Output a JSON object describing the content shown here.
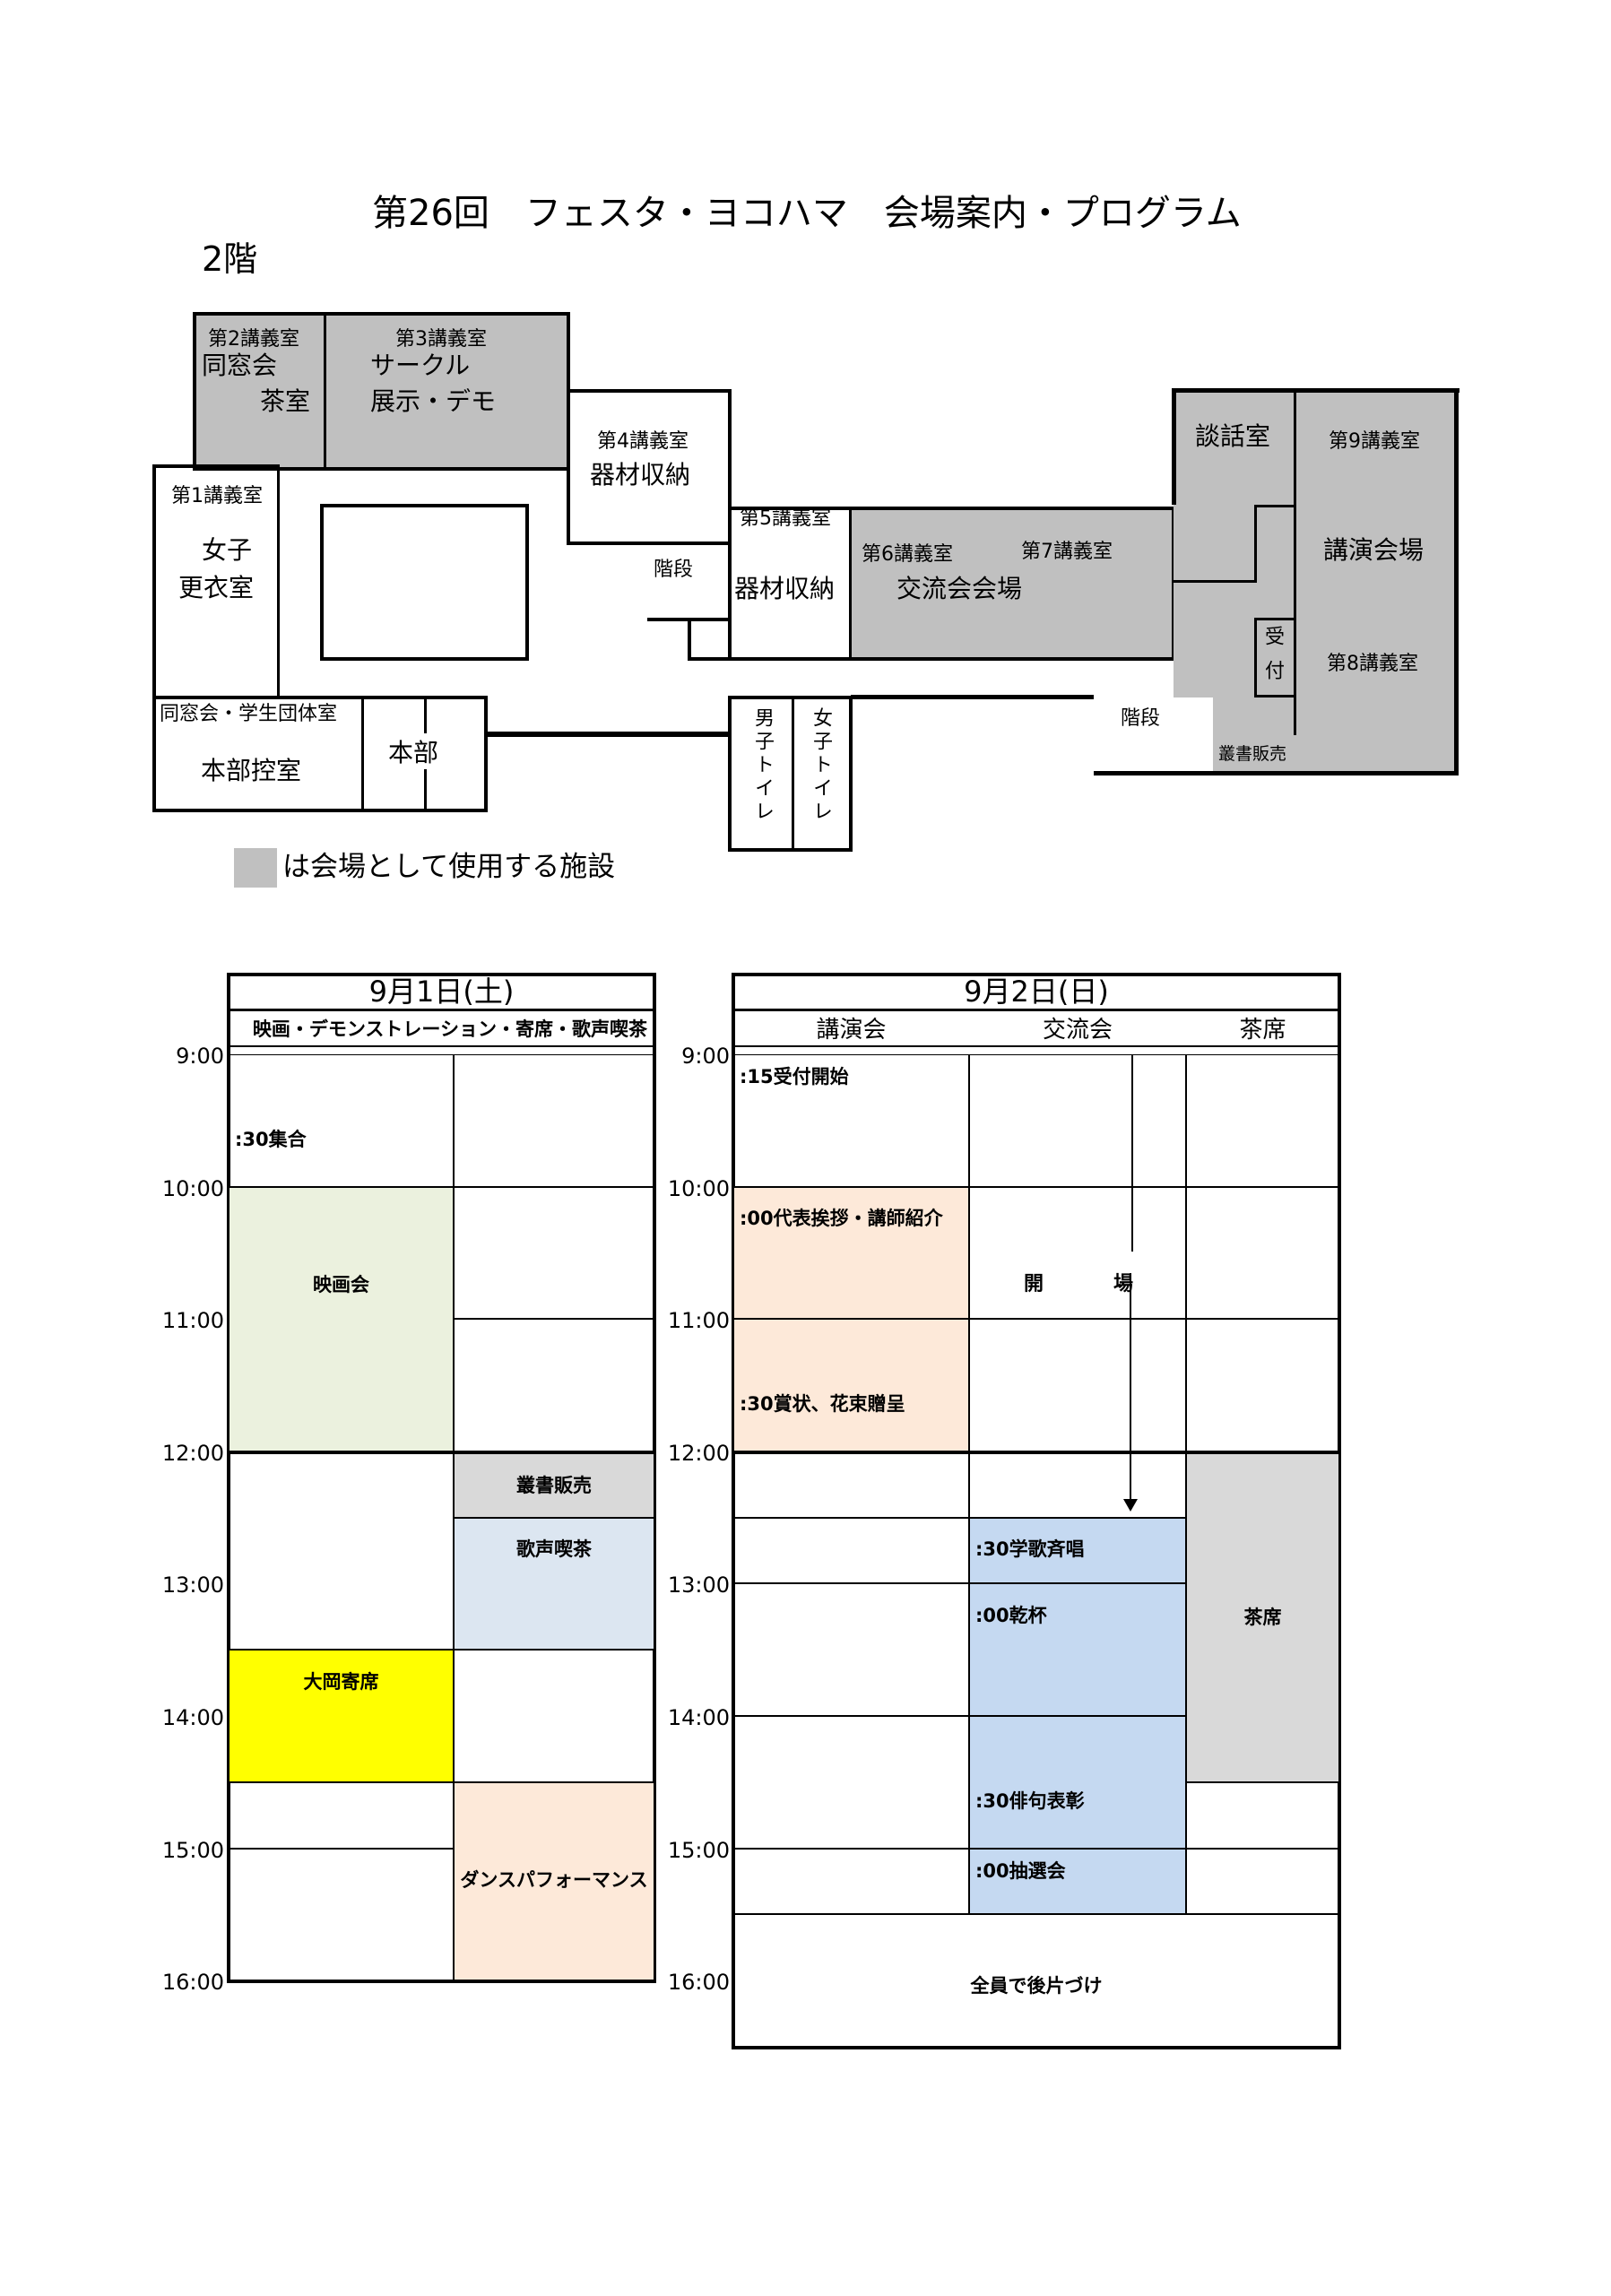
{
  "title": "第26回　フェスタ・ヨコハマ　会場案内・プログラム",
  "floor": "2階",
  "rooms": {
    "r2": "第2講義室",
    "r2_use": "同窓会",
    "r2_use2": "茶室",
    "r3": "第3講義室",
    "r3_use": "サークル",
    "r3_use2": "展示・デモ",
    "r4": "第4講義室",
    "r4_use": "器材収納",
    "r1": "第1講義室",
    "r1_use": "女子",
    "r1_use2": "更衣室",
    "stairs": "階段",
    "r5": "第5講義室",
    "r5_use": "器材収納",
    "r6": "第6講義室",
    "r7": "第7講義室",
    "r67_use": "交流会会場",
    "lounge": "談話室",
    "r9": "第9講義室",
    "r9_use": "講演会場",
    "reception": "受付",
    "r8": "第8講義室",
    "stairs2": "階段",
    "books": "叢書販売",
    "hq_room": "同窓会・学生団体室",
    "hq_use": "本部控室",
    "hq": "本部",
    "men_wc": "男子トイレ",
    "women_wc": "女子トイレ"
  },
  "legend": "は会場として使用する施設",
  "colors": {
    "venue_gray": "#c0c0c0",
    "green": "#ebf1de",
    "yellow": "#ffff00",
    "peach": "#fde9d9",
    "lightblue": "#dce6f1",
    "blue": "#c5d9f1",
    "gray": "#d9d9d9"
  },
  "times": [
    "9:00",
    "10:00",
    "11:00",
    "12:00",
    "13:00",
    "14:00",
    "15:00",
    "16:00"
  ],
  "day1": {
    "date": "9月1日(土)",
    "subtitle": "映画・デモンストレーション・寄席・歌声喫茶",
    "cells": [
      {
        "col": 0,
        "start": 9,
        "end": 10,
        "text": ":30集合",
        "align": "left",
        "textAt": 9.5
      },
      {
        "col": 0,
        "start": 10,
        "end": 12,
        "text": "映画会",
        "color": "green",
        "textAt": 10.6
      },
      {
        "col": 0,
        "start": 12,
        "end": 13.5,
        "text": ""
      },
      {
        "col": 0,
        "start": 13.5,
        "end": 14.5,
        "text": "大岡寄席",
        "color": "yellow",
        "textAt": 13.6
      },
      {
        "col": 0,
        "start": 14.5,
        "end": 15,
        "text": ""
      },
      {
        "col": 0,
        "start": 15,
        "end": 16,
        "text": ""
      },
      {
        "col": 1,
        "start": 9,
        "end": 10,
        "text": ""
      },
      {
        "col": 1,
        "start": 10,
        "end": 11,
        "text": ""
      },
      {
        "col": 1,
        "start": 11,
        "end": 12,
        "text": ""
      },
      {
        "col": 1,
        "start": 12,
        "end": 12.5,
        "text": "叢書販売",
        "color": "gray",
        "textAt": 12.1
      },
      {
        "col": 1,
        "start": 12.5,
        "end": 13.5,
        "text": "歌声喫茶",
        "color": "lightblue",
        "textAt": 12.6
      },
      {
        "col": 1,
        "start": 13.5,
        "end": 14.5,
        "text": ""
      },
      {
        "col": 1,
        "start": 14.5,
        "end": 16,
        "text": "ダンスパフォーマンス",
        "color": "peach",
        "textAt": 15.1
      }
    ]
  },
  "day2": {
    "date": "9月2日(日)",
    "columns": [
      "講演会",
      "交流会",
      "茶席"
    ],
    "cells": [
      {
        "col": 0,
        "start": 9,
        "end": 10,
        "text": ":15受付開始",
        "align": "left",
        "textAt": 9.03
      },
      {
        "col": 0,
        "start": 10,
        "end": 11,
        "text": ":00代表挨拶・講師紹介",
        "color": "peach",
        "align": "left",
        "textAt": 10.1
      },
      {
        "col": 0,
        "start": 11,
        "end": 12,
        "text": ":30賞状、花束贈呈",
        "color": "peach",
        "align": "left",
        "textAt": 11.5
      },
      {
        "col": 0,
        "start": 12,
        "end": 12.5,
        "text": ""
      },
      {
        "col": 0,
        "start": 12.5,
        "end": 13,
        "text": ""
      },
      {
        "col": 0,
        "start": 13,
        "end": 14,
        "text": ""
      },
      {
        "col": 0,
        "start": 14,
        "end": 15,
        "text": ""
      },
      {
        "col": 0,
        "start": 15,
        "end": 15.5,
        "text": ""
      },
      {
        "col": 1,
        "start": 9,
        "end": 10,
        "text": ""
      },
      {
        "col": 1,
        "start": 10,
        "end": 11,
        "text": ""
      },
      {
        "col": 1,
        "start": 11,
        "end": 12,
        "text": ""
      },
      {
        "col": 1,
        "start": 12,
        "end": 12.5,
        "text": ""
      },
      {
        "col": 1,
        "start": 12.5,
        "end": 13,
        "text": ":30学歌斉唱",
        "color": "blue",
        "align": "left",
        "textAt": 12.6
      },
      {
        "col": 1,
        "start": 13,
        "end": 14,
        "text": ":00乾杯",
        "color": "blue",
        "align": "left",
        "textAt": 13.1
      },
      {
        "col": 1,
        "start": 14,
        "end": 15,
        "text": ":30俳句表彰",
        "color": "blue",
        "align": "left",
        "textAt": 14.5
      },
      {
        "col": 1,
        "start": 15,
        "end": 15.5,
        "text": ":00抽選会",
        "color": "blue",
        "align": "left",
        "textAt": 15.03
      },
      {
        "col": 2,
        "start": 9,
        "end": 10,
        "text": ""
      },
      {
        "col": 2,
        "start": 10,
        "end": 11,
        "text": ""
      },
      {
        "col": 2,
        "start": 11,
        "end": 12,
        "text": ""
      },
      {
        "col": 2,
        "start": 12,
        "end": 14.5,
        "text": "茶席",
        "color": "gray",
        "textAt": 13.1
      },
      {
        "col": 2,
        "start": 14.5,
        "end": 15,
        "text": ""
      },
      {
        "col": 2,
        "start": 15,
        "end": 15.5,
        "text": ""
      },
      {
        "col": -1,
        "start": 15.5,
        "end": 16.5,
        "text": "全員で後片づけ",
        "textAt": 15.9
      }
    ],
    "arrow_label": [
      "開",
      "場"
    ]
  }
}
